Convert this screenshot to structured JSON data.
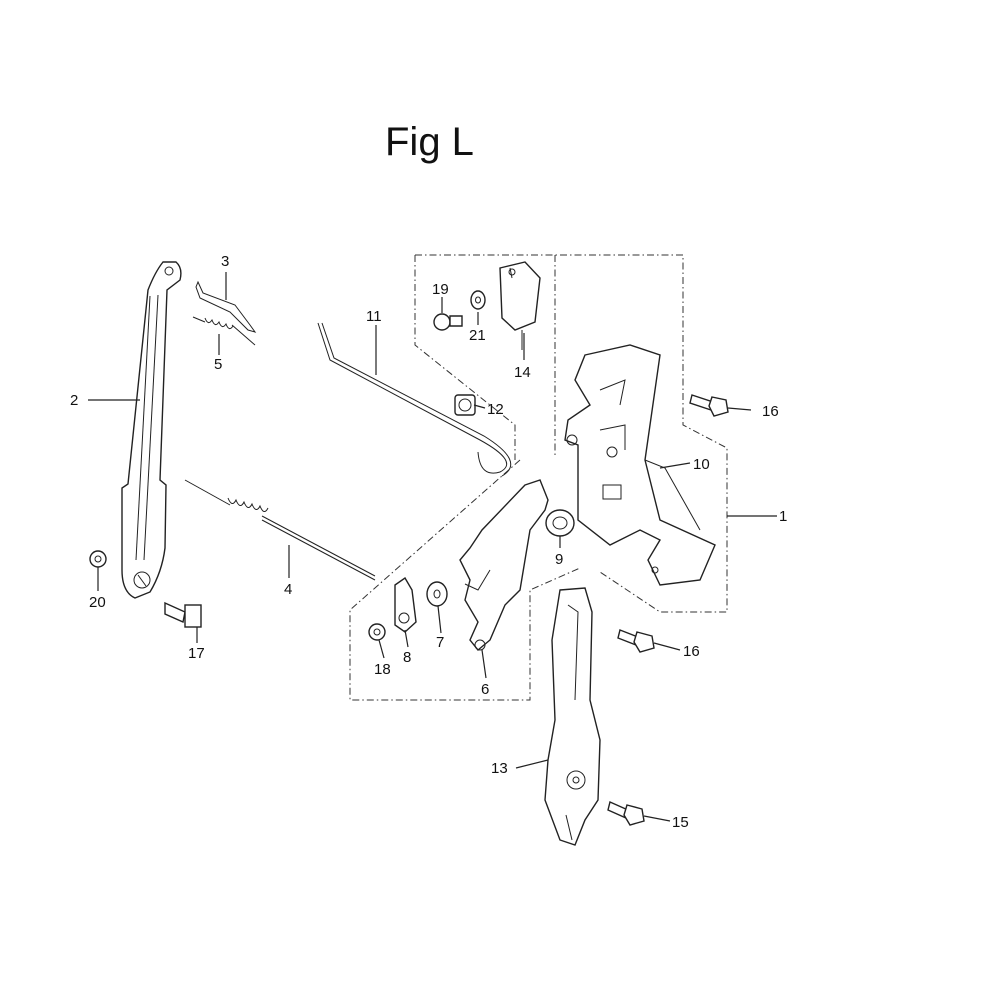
{
  "title": "Fig L",
  "callouts": [
    "1",
    "2",
    "3",
    "4",
    "5",
    "6",
    "7",
    "8",
    "9",
    "10",
    "11",
    "12",
    "13",
    "14",
    "15",
    "16",
    "16",
    "17",
    "18",
    "19",
    "20",
    "21"
  ]
}
